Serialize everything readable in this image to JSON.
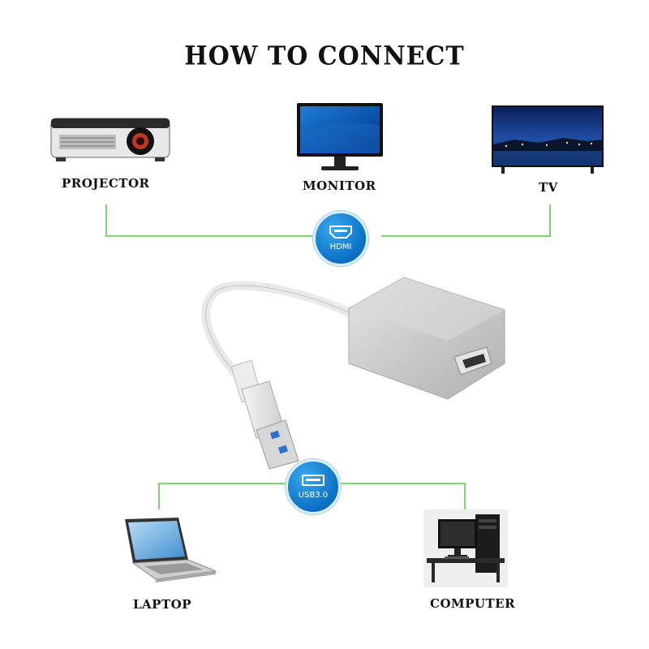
{
  "title": "HOW TO CONNECT",
  "outputs": {
    "projector": "PROJECTOR",
    "monitor": "MONITOR",
    "tv": "TV"
  },
  "inputs": {
    "laptop": "LAPTOP",
    "computer": "COMPUTER"
  },
  "badges": {
    "hdmi": "HDMI",
    "usb": "USB3.0"
  },
  "colors": {
    "connector_line": "#7bd66b",
    "badge": "#0a6fc4"
  }
}
